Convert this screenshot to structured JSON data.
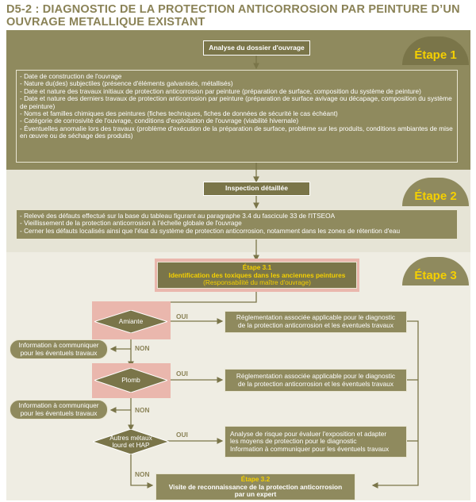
{
  "title": "D5-2 : DIAGNOSTIC DE LA PROTECTION ANTICORROSION PAR PEINTURE D’UN OUVRAGE METALLIQUE EXISTANT",
  "etape1": {
    "label": "Étape 1",
    "header": "Analyse du dossier d'ouvrage",
    "items": [
      "- Date de construction de l'ouvrage",
      "- Nature du(des) subjectiles (présence d'éléments galvanisés, métallisés)",
      "- Date et nature des travaux initiaux de protection anticorrosion par peinture (préparation de surface, composition du système de peinture)",
      "- Date et nature des derniers travaux de protection anticorrosion par peinture (préparation de surface avivage ou décapage, composition du système de peinture)",
      "- Noms et familles chimiques des peintures (fiches techniques, fiches de données de sécurité le cas échéant)",
      "- Catégorie de corrosivité de l'ouvrage, conditions d'exploitation de l'ouvrage (viabilité hivernale)",
      "- Éventuelles anomalie lors des travaux (problème d'exécution de la préparation de surface, problème sur les produits, conditions ambiantes de mise en œuvre ou de séchage des produits)"
    ]
  },
  "etape2": {
    "label": "Étape 2",
    "header": "Inspection détaillée",
    "items": [
      "- Relevé des défauts effectué sur la base du tableau figurant au paragraphe 3.4 du fascicule 33 de l'ITSEOA",
      "- Vieillissement de la protection anticorrosion à l'échelle globale de l'ouvrage",
      "- Cerner les défauts localisés ainsi que l'état du système de protection anticorrosion, notamment dans les zones de rétention d'eau"
    ]
  },
  "etape3": {
    "label": "Étape 3",
    "step31": {
      "line1": "Étape 3.1",
      "line2": "Identification des toxiques dans les anciennes peintures",
      "line3": "(Responsabilité du maître d'ouvrage)"
    },
    "diamonds": {
      "amiante": "Amiante",
      "plomb": "Plomb",
      "autres_line1": "Autres métaux",
      "autres_line2": "lourd et HAP"
    },
    "labels": {
      "oui": "OUI",
      "non": "NON"
    },
    "info_box": {
      "line1": "Information à communiquer",
      "line2": "pour les éventuels travaux"
    },
    "regl_box": {
      "line1": "Réglementation associée applicable pour le diagnostic",
      "line2": "de la protection anticorrosion et les éventuels travaux"
    },
    "risk_box": {
      "line1": "Analyse de risque pour évaluer l'exposition et adapter",
      "line2": "les moyens de protection pour le diagnostic",
      "line3": "Information à communiquer pour les éventuels travaux"
    },
    "step32": {
      "line1": "Étape 3.2",
      "line2": "Visite de reconnaissance de la protection anticorrosion",
      "line3": "par un expert"
    }
  },
  "colors": {
    "olive": "#8f8a5e",
    "olive_dark": "#7a7549",
    "yellow": "#f5d000",
    "highlight": "#eab7ad"
  }
}
